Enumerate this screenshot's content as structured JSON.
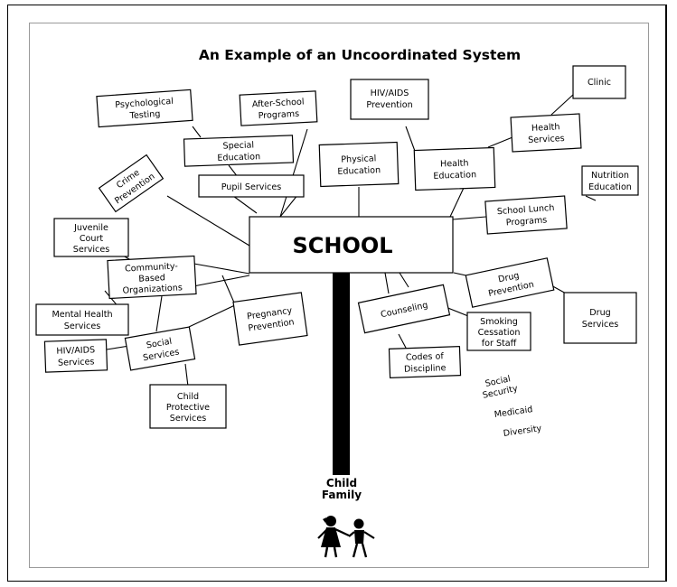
{
  "diagram": {
    "title": "An Example of an Uncoordinated System",
    "center": "SCHOOL",
    "trunk_labels": [
      "Child",
      "Family"
    ],
    "nodes": {
      "psychological_testing": [
        "Psychological",
        "Testing"
      ],
      "after_school_programs": [
        "After-School",
        "Programs"
      ],
      "hiv_aids_prevention": [
        "HIV/AIDS",
        "Prevention"
      ],
      "clinic": [
        "Clinic"
      ],
      "health_services": [
        "Health",
        "Services"
      ],
      "special_education": [
        "Special",
        "Education"
      ],
      "physical_education": [
        "Physical",
        "Education"
      ],
      "health_education": [
        "Health",
        "Education"
      ],
      "nutrition_education": [
        "Nutrition",
        "Education"
      ],
      "crime_prevention": [
        "Crime",
        "Prevention"
      ],
      "pupil_services": [
        "Pupil Services"
      ],
      "school_lunch_programs": [
        "School Lunch",
        "Programs"
      ],
      "juvenile_court_services": [
        "Juvenile",
        "Court",
        "Services"
      ],
      "community_based_organizations": [
        "Community-",
        "Based",
        "Organizations"
      ],
      "mental_health_services": [
        "Mental Health",
        "Services"
      ],
      "pregnancy_prevention": [
        "Pregnancy",
        "Prevention"
      ],
      "drug_prevention": [
        "Drug",
        "Prevention"
      ],
      "drug_services": [
        "Drug",
        "Services"
      ],
      "counseling": [
        "Counseling"
      ],
      "smoking_cessation": [
        "Smoking",
        "Cessation",
        "for Staff"
      ],
      "hiv_aids_services": [
        "HIV/AIDS",
        "Services"
      ],
      "social_services": [
        "Social",
        "Services"
      ],
      "codes_of_discipline": [
        "Codes of",
        "Discipline"
      ],
      "child_protective_services": [
        "Child",
        "Protective",
        "Services"
      ]
    },
    "loose_labels": {
      "social_security": [
        "Social",
        "Security"
      ],
      "medicaid": [
        "Medicaid"
      ],
      "diversity": [
        "Diversity"
      ]
    },
    "colors": {
      "ink": "#000000",
      "paper": "#ffffff",
      "inner_border": "#9a9a9a"
    }
  }
}
